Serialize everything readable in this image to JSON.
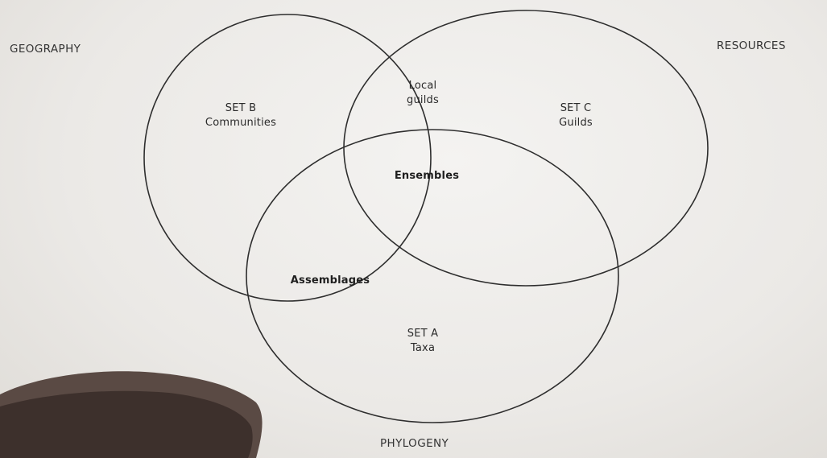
{
  "diagram": {
    "axes": {
      "geography": "GEOGRAPHY",
      "resources": "RESOURCES",
      "phylogeny": "PHYLOGENY"
    },
    "sets": {
      "b": {
        "line1": "SET B",
        "line2": "Communities"
      },
      "c": {
        "line1": "SET C",
        "line2": "Guilds"
      },
      "a": {
        "line1": "SET A",
        "line2": "Taxa"
      }
    },
    "intersections": {
      "b_c": {
        "line1": "Local",
        "line2": "guilds"
      },
      "a_b_c": "Ensembles",
      "a_b": "Assemblages"
    }
  }
}
